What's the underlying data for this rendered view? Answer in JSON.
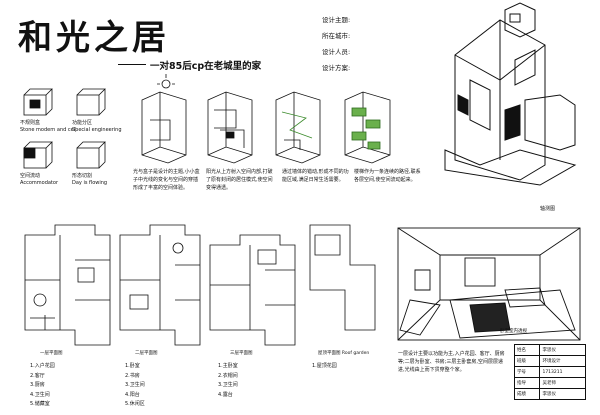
{
  "header": {
    "title": "和光之居",
    "subtitle": "一对85后cp在老城里的家"
  },
  "project_info": [
    "设计主题:",
    "所在城市:",
    "设计人员:",
    "设计方案:"
  ],
  "concept_icons": [
    {
      "zh": "不规则盒",
      "en": "Stone modern and cell"
    },
    {
      "zh": "功能分区",
      "en": "Special engineering"
    },
    {
      "zh": "空间流动",
      "en": "Accommodator"
    },
    {
      "zh": "形态切割",
      "en": "Day is flowing"
    }
  ],
  "section_labels": {
    "axon": "轴测图",
    "plan1": "一层平面图",
    "plan2": "二层平面图",
    "plan3": "三层平面图",
    "plan4": "屋顶平面图 Roof garden",
    "perspective": "卧室室内透视"
  },
  "notes": [
    "光与盒子是设计的主题,小小盒子中光线的变化与空间的穿插形成了丰富的空间体验。",
    "阳光从上方射入空间内部,打破了原有封闭的居住模式,使空间变得通透。",
    "通过墙体的错动,形成不同的功能区域,满足日常生活需要。",
    "楼梯作为一条连续的路径,联系各层空间,使空间流动起来。"
  ],
  "plan1_legend": [
    "1.入户花园",
    "2.客厅",
    "3.厨房",
    "4.卫生间",
    "5.储藏室"
  ],
  "plan2_legend": [
    "1.卧室",
    "2.书房",
    "3.卫生间",
    "4.阳台",
    "5.休闲区"
  ],
  "plan3_legend": [
    "1.主卧室",
    "2.衣帽间",
    "3.卫生间",
    "4.露台"
  ],
  "plan4_legend": [
    "1.屋顶花园"
  ],
  "bottom_text": "一层设计主要以功能为主,入户花园、客厅、厨房等;二层为卧室、书房;三层主卧套房,空间层层递进,光线由上而下贯穿整个家。",
  "signature_table": [
    [
      "姓名",
      "李思仪"
    ],
    [
      "班级",
      "环境设计"
    ],
    [
      "学号",
      "1713211"
    ],
    [
      "指导",
      "吴老师"
    ],
    [
      "成绩",
      "李思仪"
    ]
  ]
}
